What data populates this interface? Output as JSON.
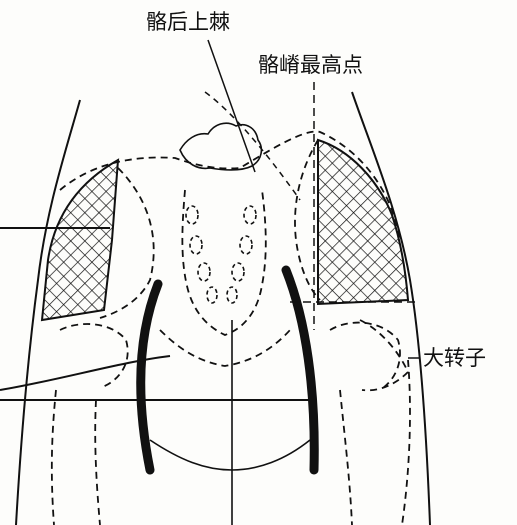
{
  "labels": {
    "posterior_superior_iliac_spine": "骼后上棘",
    "highest_point_iliac_crest": "骼嵴最高点",
    "greater_trochanter": "大转子"
  },
  "colors": {
    "ink": "#111111",
    "background": "#fdfdfb"
  }
}
